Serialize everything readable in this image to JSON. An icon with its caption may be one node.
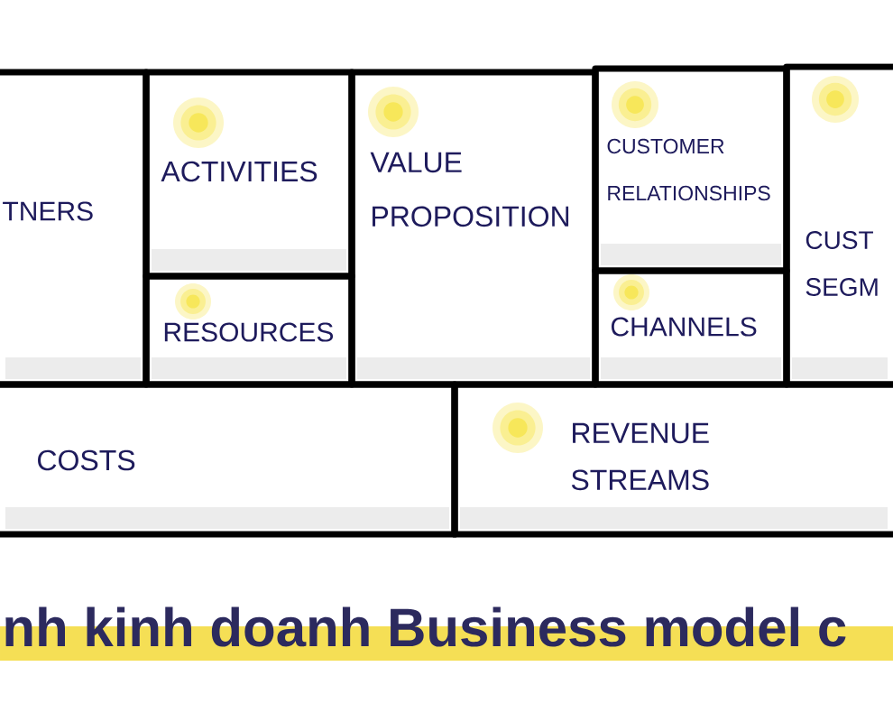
{
  "diagram": {
    "caption": "nh kinh doanh Business model c",
    "nodes": [
      {
        "text": [
          "TNERS"
        ]
      },
      {
        "text": [
          "ACTIVITIES"
        ]
      },
      {
        "text": [
          "RESOURCES"
        ]
      },
      {
        "text": [
          "VALUE PROPOSITION"
        ]
      },
      {
        "text": [
          "CUSTOMER RELATIONSHIPS"
        ]
      },
      {
        "text": [
          "CHANNELS"
        ]
      },
      {
        "text": [
          "CUST SEGM"
        ]
      },
      {
        "text": [
          "COSTS"
        ]
      },
      {
        "text": [
          "REVENUE STREAMS"
        ]
      }
    ]
  }
}
